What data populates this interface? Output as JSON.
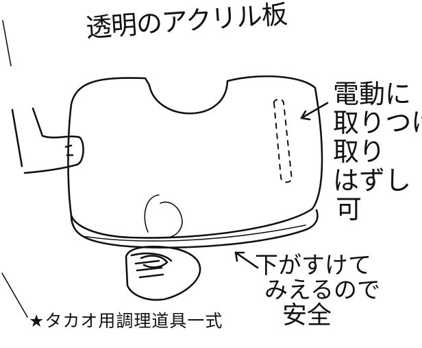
{
  "labels": {
    "title": "透明のアクリル板",
    "right_note": [
      "電動に",
      "取りつけ",
      "取り",
      "はずし",
      "可"
    ],
    "bottom_note": [
      "下がすけて",
      "みえるので",
      "安全"
    ],
    "footer": "★タカオ用調理道具一式"
  },
  "icons": {
    "left_figure": "foot-icon",
    "shoe": "sneaker-icon",
    "right_arrow": "arrow-icon",
    "bottom_arrow": "arrow-icon"
  },
  "colors": {
    "ink": "#111111",
    "paper": "#ffffff"
  }
}
